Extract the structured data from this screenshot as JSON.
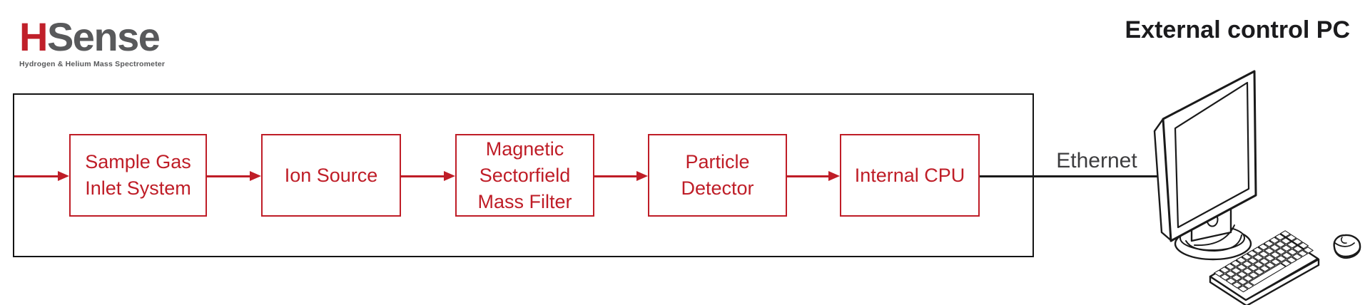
{
  "logo": {
    "brand_h": "H",
    "brand_rest": "Sense",
    "tagline": "Hydrogen & Helium Mass Spectrometer",
    "color_red": "#c0202a",
    "color_gray": "#58595b"
  },
  "header": {
    "title": "External control PC"
  },
  "diagram": {
    "accent_red": "#bf1d27",
    "line_black": "#1a1a1a",
    "blocks": [
      {
        "label": "Sample Gas\nInlet System"
      },
      {
        "label": "Ion Source"
      },
      {
        "label": "Magnetic\nSectorfield\nMass Filter"
      },
      {
        "label": "Particle\nDetector"
      },
      {
        "label": "Internal CPU"
      }
    ],
    "connection_label": "Ethernet"
  },
  "icons": {
    "desktop_pc": "desktop-computer-with-monitor-keyboard-mouse"
  }
}
